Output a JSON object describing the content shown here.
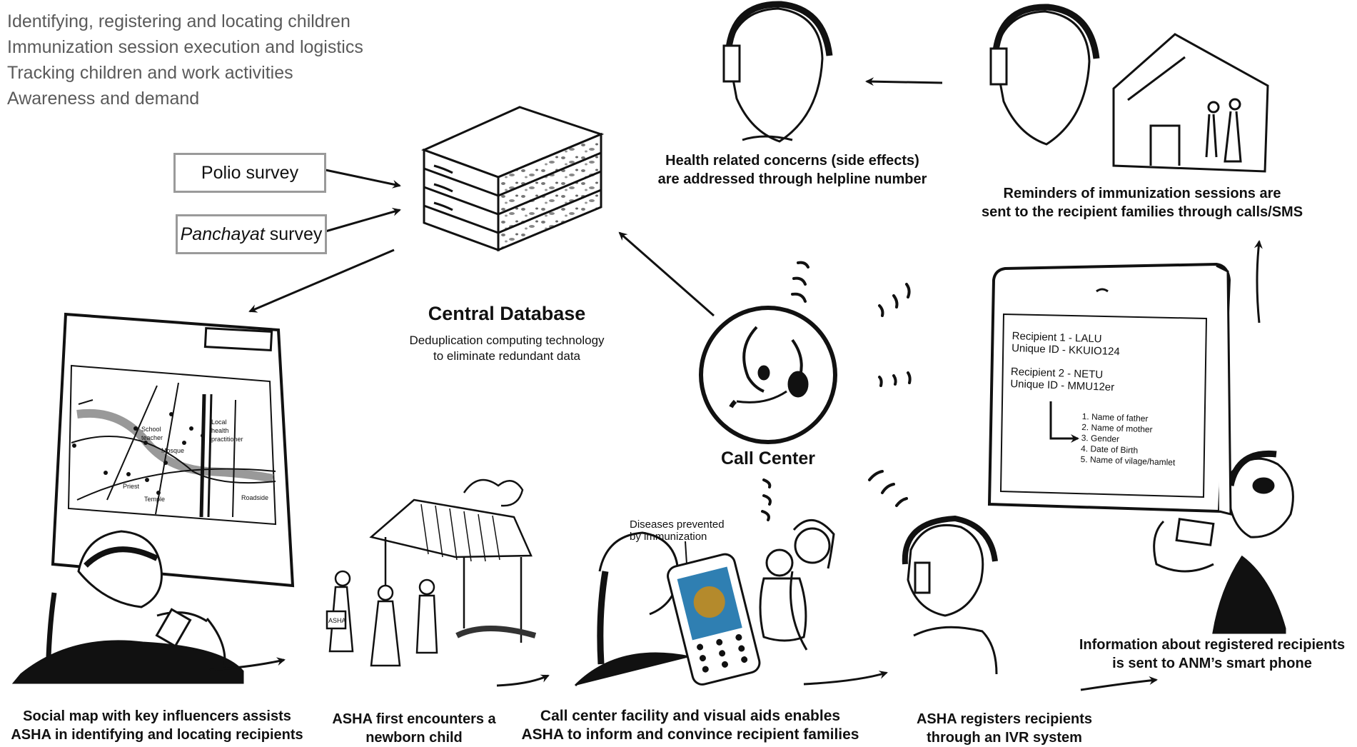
{
  "functions": [
    "Identifying, registering and locating children",
    "Immunization session execution and logistics",
    "Tracking children and work activities",
    "Awareness and demand"
  ],
  "surveys": {
    "polio": "Polio survey",
    "panchayat_em": "Panchayat",
    "panchayat_rest": " survey"
  },
  "database": {
    "title": "Central Database",
    "sub1": "Deduplication computing technology",
    "sub2": "to eliminate redundant data"
  },
  "call_center": "Call Center",
  "captions": {
    "helpline1": "Health related concerns (side effects)",
    "helpline2": "are addressed through helpline number",
    "reminders1": "Reminders of immunization sessions are",
    "reminders2": "sent to the recipient families through calls/SMS",
    "anm1": "Information about registered recipients",
    "anm2": "is sent to ANM’s smart phone",
    "social1": "Social map with key influencers assists",
    "social2": "ASHA in identifying and locating recipients",
    "encounter1": "ASHA first encounters a",
    "encounter2": "newborn child",
    "callfac1": "Call center facility and visual aids enables",
    "callfac2": "ASHA to inform and convince recipient families",
    "ivr1": "ASHA registers recipients",
    "ivr2": "through an IVR system"
  },
  "phone_screen": {
    "r1a": "Recipient 1 - LALU",
    "r1b": "Unique ID - KKUIO124",
    "r2a": "Recipient 2 - NETU",
    "r2b": "Unique ID - MMU12er",
    "fields": [
      "1. Name of father",
      "2. Name of mother",
      "3. Gender",
      "4. Date of Birth",
      "5. Name of vilage/hamlet"
    ]
  },
  "map_labels": {
    "teacher1": "School",
    "teacher2": "teacher",
    "health1": "Local",
    "health2": "health",
    "health3": "practitioner",
    "mosque": "Mosque",
    "priest": "Priest",
    "temple": "Temple",
    "road": "Roadside"
  },
  "visual_aid": {
    "line1": "Diseases prevented",
    "line2": "by immunization"
  },
  "badge": "ASHA"
}
